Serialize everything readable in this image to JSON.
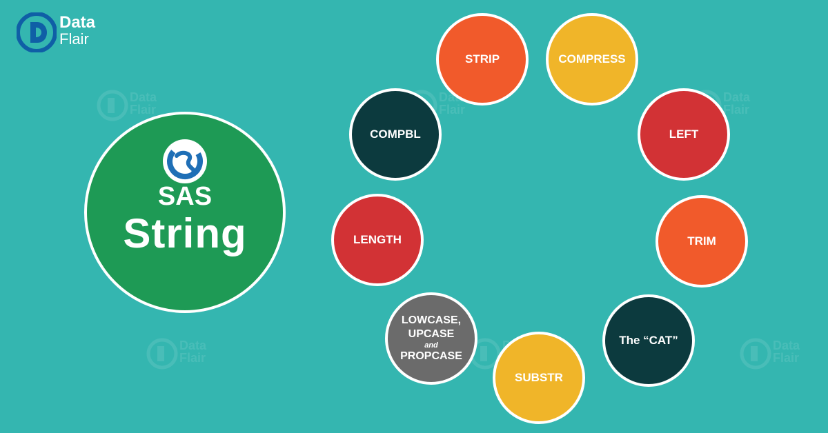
{
  "brand": {
    "data_label": "Data",
    "flair_label": "Flair"
  },
  "colors": {
    "background": "#34b6b0",
    "green": "#1e9a55",
    "orange": "#f15a2b",
    "yellow": "#f0b529",
    "red": "#d23235",
    "dark_teal": "#0c3a3e",
    "gray": "#6b6b6b",
    "white": "#ffffff"
  },
  "hero": {
    "line1": "SAS",
    "line2": "String"
  },
  "functions": {
    "strip": {
      "label": "STRIP",
      "color": "#f15a2b"
    },
    "compress": {
      "label": "COMPRESS",
      "color": "#f0b529"
    },
    "left": {
      "label": "LEFT",
      "color": "#d23235"
    },
    "trim": {
      "label": "TRIM",
      "color": "#f15a2b"
    },
    "cat": {
      "label": "The “CAT”",
      "color": "#0c3a3e"
    },
    "substr": {
      "label": "SUBSTR",
      "color": "#f0b529"
    },
    "case": {
      "line1": "LOWCASE,",
      "line2": "UPCASE",
      "line3": "and",
      "line4": "PROPCASE",
      "color": "#6b6b6b"
    },
    "length": {
      "label": "LENGTH",
      "color": "#d23235"
    },
    "compbl": {
      "label": "COMPBL",
      "color": "#0c3a3e"
    }
  },
  "icons": {
    "logo": "dataflair-logo-icon",
    "sas": "sas-logo-icon",
    "watermark": "dataflair-watermark-icon"
  }
}
